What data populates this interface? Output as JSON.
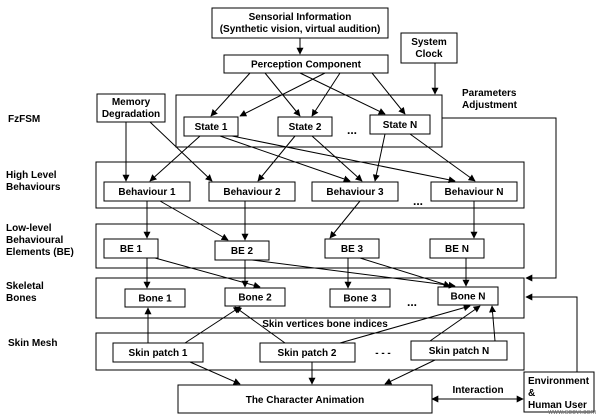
{
  "sensorial": {
    "line1": "Sensorial Information",
    "line2": "(Synthetic vision, virtual audition)"
  },
  "system_clock": {
    "line1": "System",
    "line2": "Clock"
  },
  "perception": "Perception Component",
  "parameters_adjustment": {
    "line1": "Parameters",
    "line2": "Adjustment"
  },
  "memory": {
    "line1": "Memory",
    "line2": "Degradation"
  },
  "layers": {
    "fzfsm": {
      "lines": [
        "FzFSM"
      ]
    },
    "high_level": {
      "lines": [
        "High Level",
        "Behaviours"
      ]
    },
    "low_level": {
      "lines": [
        "Low-level",
        "Behavioural",
        "Elements (BE)"
      ]
    },
    "skeletal": {
      "lines": [
        "Skeletal",
        "Bones"
      ]
    },
    "skin": {
      "lines": [
        "Skin Mesh"
      ]
    }
  },
  "states": [
    "State 1",
    "State 2",
    "State N"
  ],
  "behaviours": [
    "Behaviour 1",
    "Behaviour 2",
    "Behaviour 3",
    "Behaviour N"
  ],
  "bes": [
    "BE 1",
    "BE 2",
    "BE 3",
    "BE N"
  ],
  "bones": [
    "Bone 1",
    "Bone 2",
    "Bone 3",
    "Bone N"
  ],
  "skin_vertices_label": "Skin vertices bone indices",
  "skin_patches": [
    "Skin patch 1",
    "Skin patch 2",
    "Skin patch N"
  ],
  "character_animation": "The Character Animation",
  "interaction": "Interaction",
  "environment": {
    "line1": "Environment",
    "line2": "&",
    "line3": "Human User"
  },
  "ellipsis": "...",
  "skin_ellipsis": "- - -",
  "watermark": "www.soovi.com"
}
